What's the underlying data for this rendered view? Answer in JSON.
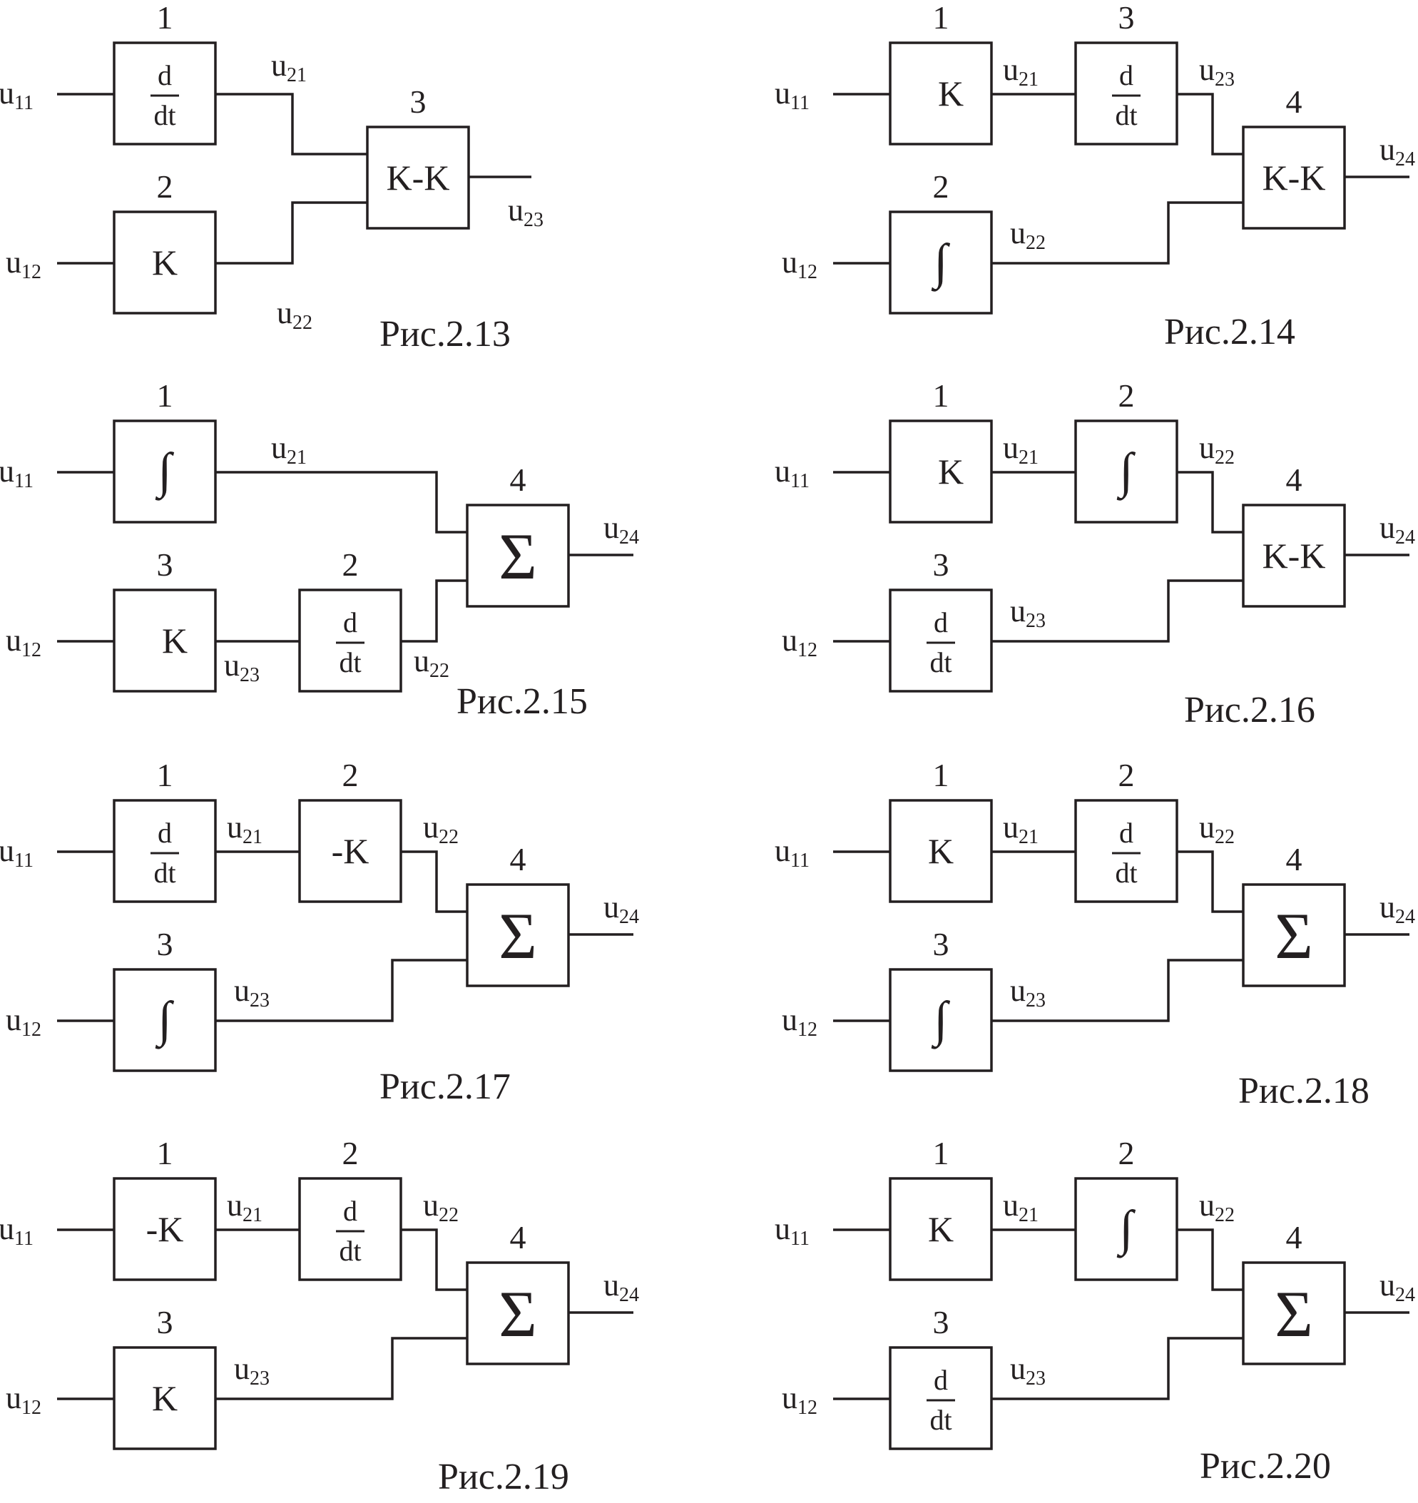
{
  "figures": [
    {
      "caption": "Рис.2.13",
      "blocks": [
        {
          "number": "1",
          "op": "d/dt"
        },
        {
          "number": "2",
          "op": "K"
        },
        {
          "number": "3",
          "op": "K-K"
        }
      ],
      "inputs": [
        "u11",
        "u12"
      ],
      "signals": [
        "u21",
        "u22"
      ],
      "output": "u23"
    },
    {
      "caption": "Рис.2.14",
      "blocks": [
        {
          "number": "1",
          "op": "K"
        },
        {
          "number": "2",
          "op": "∫"
        },
        {
          "number": "3",
          "op": "d/dt"
        },
        {
          "number": "4",
          "op": "K-K"
        }
      ],
      "inputs": [
        "u11",
        "u12"
      ],
      "signals": [
        "u21",
        "u22",
        "u23"
      ],
      "output": "u24"
    },
    {
      "caption": "Рис.2.15",
      "blocks": [
        {
          "number": "1",
          "op": "∫"
        },
        {
          "number": "2",
          "op": "d/dt"
        },
        {
          "number": "3",
          "op": "K"
        },
        {
          "number": "4",
          "op": "Σ"
        }
      ],
      "inputs": [
        "u11",
        "u12"
      ],
      "signals": [
        "u21",
        "u22",
        "u23"
      ],
      "output": "u24"
    },
    {
      "caption": "Рис.2.16",
      "blocks": [
        {
          "number": "1",
          "op": "K"
        },
        {
          "number": "2",
          "op": "∫"
        },
        {
          "number": "3",
          "op": "d/dt"
        },
        {
          "number": "4",
          "op": "K-K"
        }
      ],
      "inputs": [
        "u11",
        "u12"
      ],
      "signals": [
        "u21",
        "u22",
        "u23"
      ],
      "output": "u24"
    },
    {
      "caption": "Рис.2.17",
      "blocks": [
        {
          "number": "1",
          "op": "d/dt"
        },
        {
          "number": "2",
          "op": "-K"
        },
        {
          "number": "3",
          "op": "∫"
        },
        {
          "number": "4",
          "op": "Σ"
        }
      ],
      "inputs": [
        "u11",
        "u12"
      ],
      "signals": [
        "u21",
        "u22",
        "u23"
      ],
      "output": "u24"
    },
    {
      "caption": "Рис.2.18",
      "blocks": [
        {
          "number": "1",
          "op": "K"
        },
        {
          "number": "2",
          "op": "d/dt"
        },
        {
          "number": "3",
          "op": "∫"
        },
        {
          "number": "4",
          "op": "Σ"
        }
      ],
      "inputs": [
        "u11",
        "u12"
      ],
      "signals": [
        "u21",
        "u22",
        "u23"
      ],
      "output": "u24"
    },
    {
      "caption": "Рис.2.19",
      "blocks": [
        {
          "number": "1",
          "op": "-K"
        },
        {
          "number": "2",
          "op": "d/dt"
        },
        {
          "number": "3",
          "op": "K"
        },
        {
          "number": "4",
          "op": "Σ"
        }
      ],
      "inputs": [
        "u11",
        "u12"
      ],
      "signals": [
        "u21",
        "u22",
        "u23"
      ],
      "output": "u24"
    },
    {
      "caption": "Рис.2.20",
      "blocks": [
        {
          "number": "1",
          "op": "K"
        },
        {
          "number": "2",
          "op": "∫"
        },
        {
          "number": "3",
          "op": "d/dt"
        },
        {
          "number": "4",
          "op": "Σ"
        }
      ],
      "inputs": [
        "u11",
        "u12"
      ],
      "signals": [
        "u21",
        "u22",
        "u23"
      ],
      "output": "u24"
    }
  ]
}
